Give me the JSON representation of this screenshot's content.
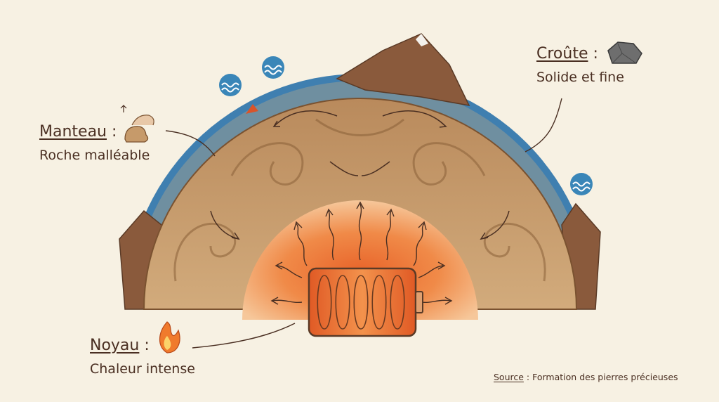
{
  "labels": {
    "crust": {
      "title": "Croûte",
      "colon": ":",
      "description": "Solide et fine",
      "icon": "rock-icon"
    },
    "mantle": {
      "title": "Manteau",
      "colon": ":",
      "description": "Roche malléable",
      "icon": "malleable-rock-hand-icon"
    },
    "core": {
      "title": "Noyau",
      "colon": ":",
      "description": "Chaleur intense",
      "icon": "flame-icon"
    }
  },
  "source": {
    "key": "Source",
    "separator": ":",
    "text": "Formation des pierres précieuses"
  },
  "icons": [
    "wave-icon",
    "wave-icon",
    "wave-icon",
    "mountain-icon",
    "battery-coil-icon",
    "heat-wave-arrow-icon",
    "convection-arrow-icon"
  ],
  "colors": {
    "paper": "#f7f1e3",
    "ink": "#4a2f22",
    "ocean": "#3f7fb0",
    "crust_brown": "#8a5a3c",
    "mantle": "#c69a6a",
    "core_outer": "#f0a060",
    "core_inner": "#e8642a",
    "wave_badge": "#3a86b8"
  }
}
